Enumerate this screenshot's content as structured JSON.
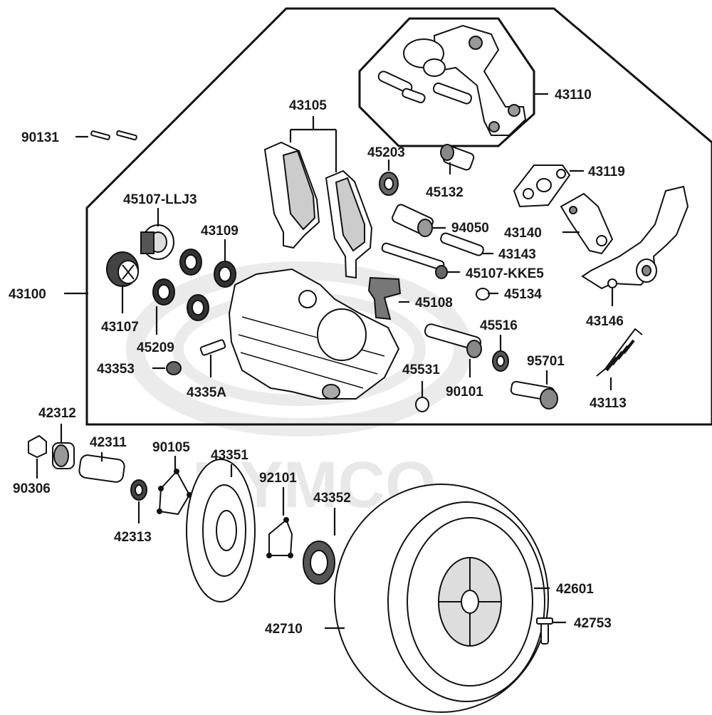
{
  "watermark": "KYMCO",
  "labels": {
    "p90131": "90131",
    "p43105": "43105",
    "p43110": "43110",
    "p45203": "45203",
    "p45132": "45132",
    "p43119": "43119",
    "p45107_llj3": "45107-LLJ3",
    "p43109": "43109",
    "p94050": "94050",
    "p43140": "43140",
    "p43143": "43143",
    "p45107_kke5": "45107-KKE5",
    "p43100": "43100",
    "p45134": "45134",
    "p45108": "45108",
    "p43107": "43107",
    "p43146": "43146",
    "p45516": "45516",
    "p45209": "45209",
    "p95701": "95701",
    "p43353": "43353",
    "p45531": "45531",
    "p4335a": "4335A",
    "p90101": "90101",
    "p43113": "43113",
    "p42312": "42312",
    "p42311": "42311",
    "p90105": "90105",
    "p43351": "43351",
    "p92101": "92101",
    "p43352": "43352",
    "p90306": "90306",
    "p42313": "42313",
    "p42601": "42601",
    "p42753": "42753",
    "p42710": "42710"
  },
  "colors": {
    "line": "#111111",
    "part_fill": "#ffffff",
    "part_shade": "#9a9a9a",
    "watermark": "#e8e8e8"
  }
}
